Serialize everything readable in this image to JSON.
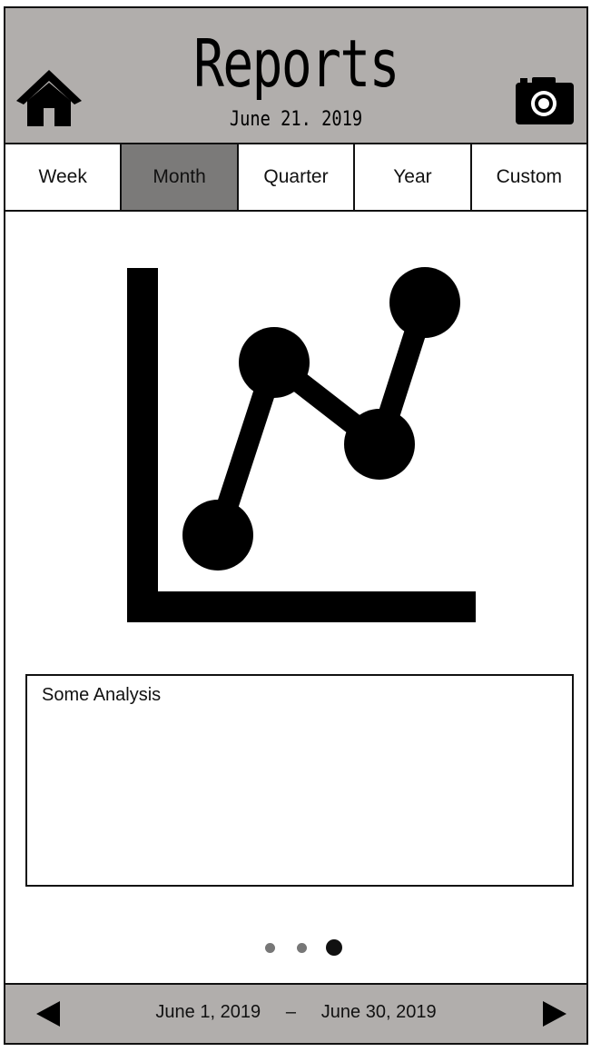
{
  "header": {
    "title": "Reports",
    "date": "June 21. 2019"
  },
  "icons": {
    "home": "home-icon",
    "camera": "camera-icon",
    "prev": "triangle-left-icon",
    "next": "triangle-right-icon"
  },
  "tabs": [
    {
      "label": "Week",
      "active": false
    },
    {
      "label": "Month",
      "active": true
    },
    {
      "label": "Quarter",
      "active": false
    },
    {
      "label": "Year",
      "active": false
    },
    {
      "label": "Custom",
      "active": false
    }
  ],
  "analysis": {
    "text": "Some Analysis"
  },
  "pager": {
    "count": 3,
    "active_index": 2
  },
  "footer": {
    "start": "June 1, 2019",
    "separator": "–",
    "end": "June 30, 2019"
  },
  "colors": {
    "header_bg": "#b1aeac",
    "active_tab": "#7b7a79",
    "dot_inactive": "#777777",
    "dot_active": "#111111"
  }
}
